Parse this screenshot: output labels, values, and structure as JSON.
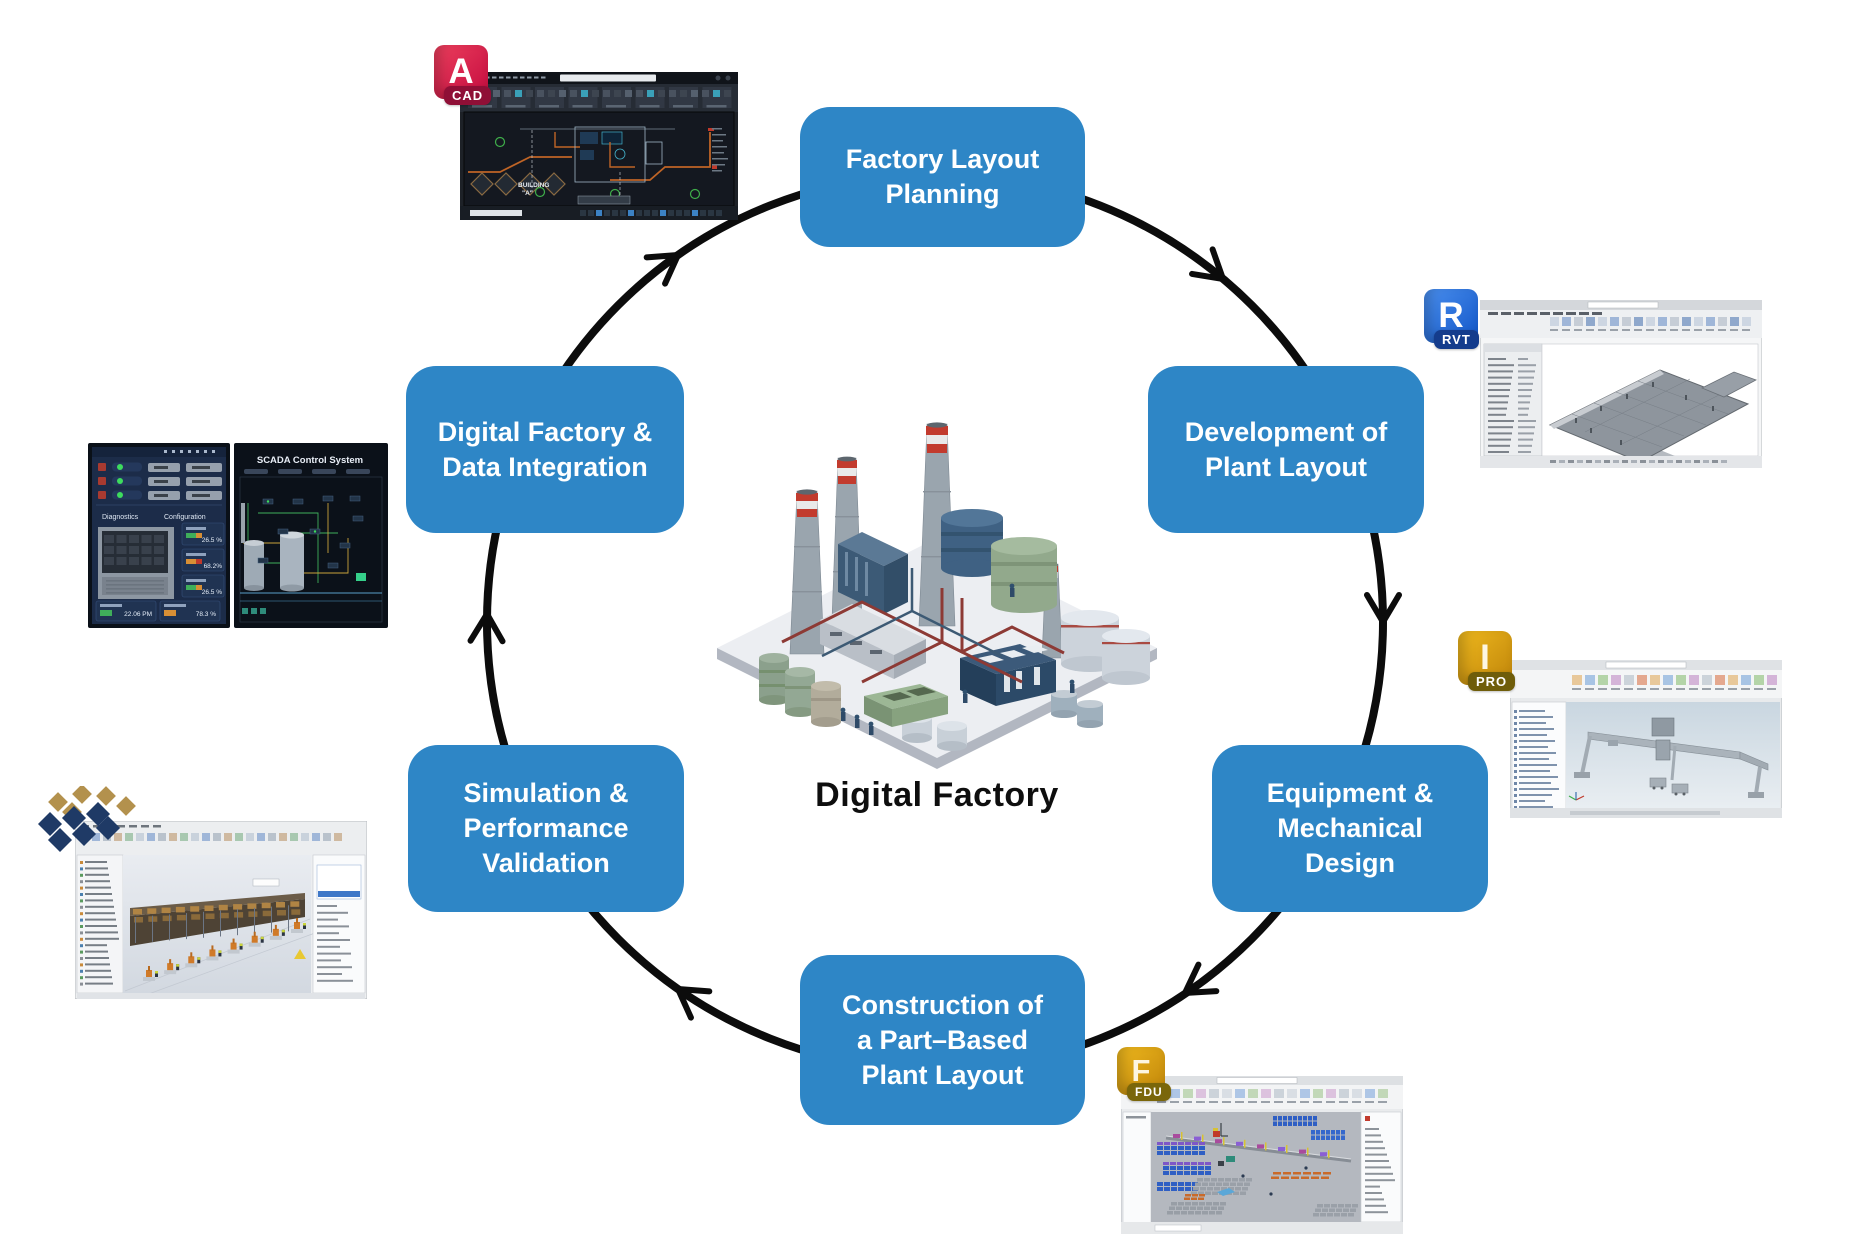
{
  "diagram_title": "Digital Factory workflow cycle",
  "center": {
    "label": "Digital Factory",
    "illustration": "isometric-process-plant"
  },
  "cycle": {
    "direction": "clockwise",
    "ring_color": "#0c0c0c",
    "step_color": "#2e86c6",
    "step_text_color": "#ffffff",
    "steps": [
      {
        "label": "Factory Layout\nPlanning"
      },
      {
        "label": "Development of\nPlant Layout"
      },
      {
        "label": "Equipment &\nMechanical\nDesign"
      },
      {
        "label": "Construction of\na Part–Based\nPlant Layout"
      },
      {
        "label": "Simulation &\nPerformance\nValidation"
      },
      {
        "label": "Digital Factory &\nData Integration"
      }
    ]
  },
  "badges": {
    "autocad": {
      "letter": "A",
      "tag": "CAD",
      "color_top": "#ec3f5d",
      "color_bottom": "#c40b3f",
      "tag_color": "#8f0f36"
    },
    "revit": {
      "letter": "R",
      "tag": "RVT",
      "color_top": "#4a8fee",
      "color_bottom": "#1256c8",
      "tag_color": "#143c8c"
    },
    "inventor": {
      "letter": "I",
      "tag": "PRO",
      "color_top": "#eeb81e",
      "color_bottom": "#c0850a",
      "tag_color": "#6f5d0a"
    },
    "fdu": {
      "letter": "F",
      "tag": "FDU",
      "color_top": "#eeb81e",
      "color_bottom": "#c0850a",
      "tag_color": "#7a660a"
    }
  },
  "screenshots": {
    "autocad": {
      "app": "AutoCAD drawing of a building services plan",
      "building_label_line1": "BUILDING",
      "building_label_line2": "\"A\""
    },
    "revit": {
      "app": "Revit model of a plant floor layout"
    },
    "inventor": {
      "app": "Inventor model of gantry equipment"
    },
    "fdu": {
      "app": "Factory Design Utilities plant layout"
    },
    "simulation": {
      "app": "Plant simulation of a production line"
    },
    "scada": {
      "title": "SCADA Control System",
      "diagnostics_label": "Diagnostics",
      "configuration_label": "Configuration",
      "gauge_values": [
        "26.5 %",
        "68.2%",
        "26.5 %"
      ],
      "footer_values": [
        "22.06 PM",
        "78.3 %"
      ]
    }
  }
}
